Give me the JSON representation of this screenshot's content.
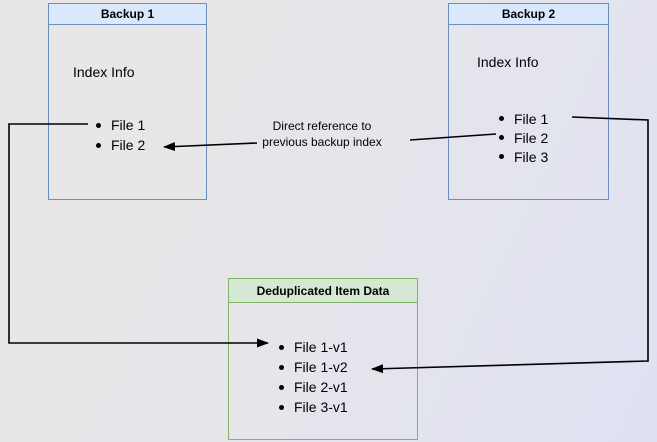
{
  "boxes": {
    "backup1": {
      "title": "Backup 1",
      "subtitle": "Index Info",
      "items": [
        "File 1",
        "File 2"
      ]
    },
    "backup2": {
      "title": "Backup 2",
      "subtitle": "Index Info",
      "items": [
        "File 1",
        "File 2",
        "File 3"
      ]
    },
    "dedup": {
      "title": "Deduplicated Item Data",
      "items": [
        "File 1-v1",
        "File 1-v2",
        "File 2-v1",
        "File 3-v1"
      ]
    }
  },
  "annotation": {
    "line1": "Direct reference to",
    "line2": "previous backup index"
  },
  "colors": {
    "blue_fill": "#dae8fc",
    "blue_border": "#6c8ebf",
    "green_fill": "#d5e8d4",
    "green_border": "#82b366",
    "line": "#000000",
    "bg_top_left": "#e9e7e5",
    "bg_bottom_right": "#dee1f2"
  }
}
